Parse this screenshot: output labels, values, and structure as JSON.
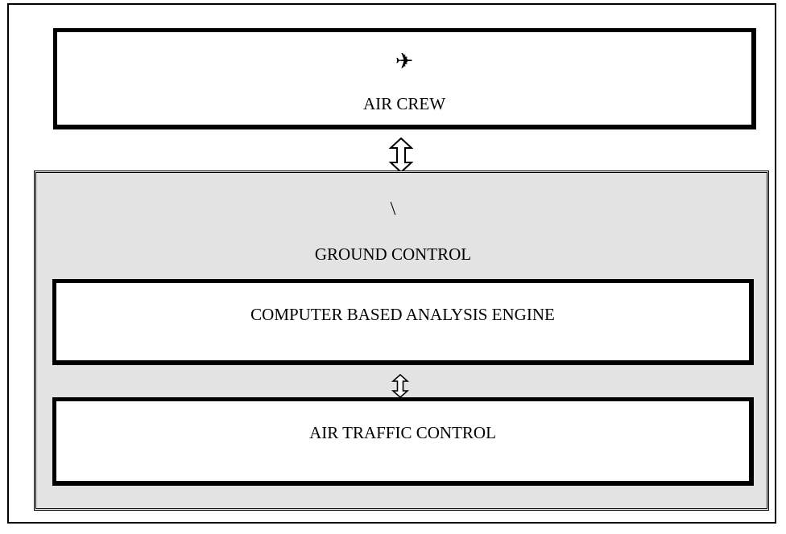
{
  "diagram": {
    "air_crew": {
      "icon": "airplane-icon",
      "icon_glyph": "✈",
      "label": "AIR CREW"
    },
    "ground_control": {
      "mark": "\\",
      "label": "GROUND CONTROL",
      "analysis_engine": {
        "label": "COMPUTER BASED ANALYSIS ENGINE"
      },
      "air_traffic_control": {
        "label": "AIR TRAFFIC CONTROL"
      },
      "background_color": "#e3e3e3"
    },
    "connector_icon": "double-arrow-icon"
  }
}
